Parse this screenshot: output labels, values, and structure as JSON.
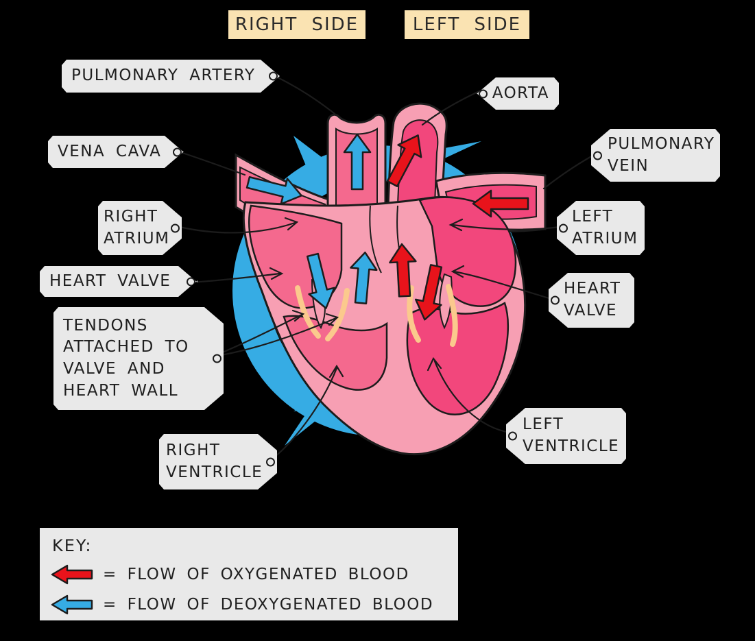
{
  "sides": {
    "right": "RIGHT SIDE",
    "left": "LEFT SIDE"
  },
  "labels": {
    "pulmonary_artery": "PULMONARY ARTERY",
    "vena_cava": "VENA CAVA",
    "right_atrium": "RIGHT ATRIUM",
    "heart_valve_left": "HEART VALVE",
    "tendons": "TENDONS ATTACHED TO VALVE AND HEART WALL",
    "right_ventricle": "RIGHT VENTRICLE",
    "aorta": "AORTA",
    "pulmonary_vein": "PULMONARY VEIN",
    "left_atrium": "LEFT ATRIUM",
    "heart_valve_right": "HEART VALVE",
    "left_ventricle": "LEFT VENTRICLE"
  },
  "key": {
    "title": "KEY:",
    "rows": [
      {
        "icon": "red-left-arrow",
        "color": "#E8131B",
        "label": "= FLOW OF OXYGENATED BLOOD"
      },
      {
        "icon": "blue-left-arrow",
        "color": "#36ACE4",
        "label": "= FLOW OF DEOXYGENATED BLOOD"
      }
    ]
  },
  "colors": {
    "background": "#000000",
    "label_bg": "#E9E9E9",
    "side_label_bg": "#FAE3B2",
    "text": "#1F1F1F",
    "outline": "#1C1C1C",
    "oxygenated_red": "#E8131B",
    "deoxygenated_blue": "#36ACE4",
    "heart_wall_pink": "#F79FB3",
    "right_chamber_pink": "#F4698E",
    "left_chamber_pink": "#F2477C",
    "tendon_yellow": "#FBC98D"
  }
}
